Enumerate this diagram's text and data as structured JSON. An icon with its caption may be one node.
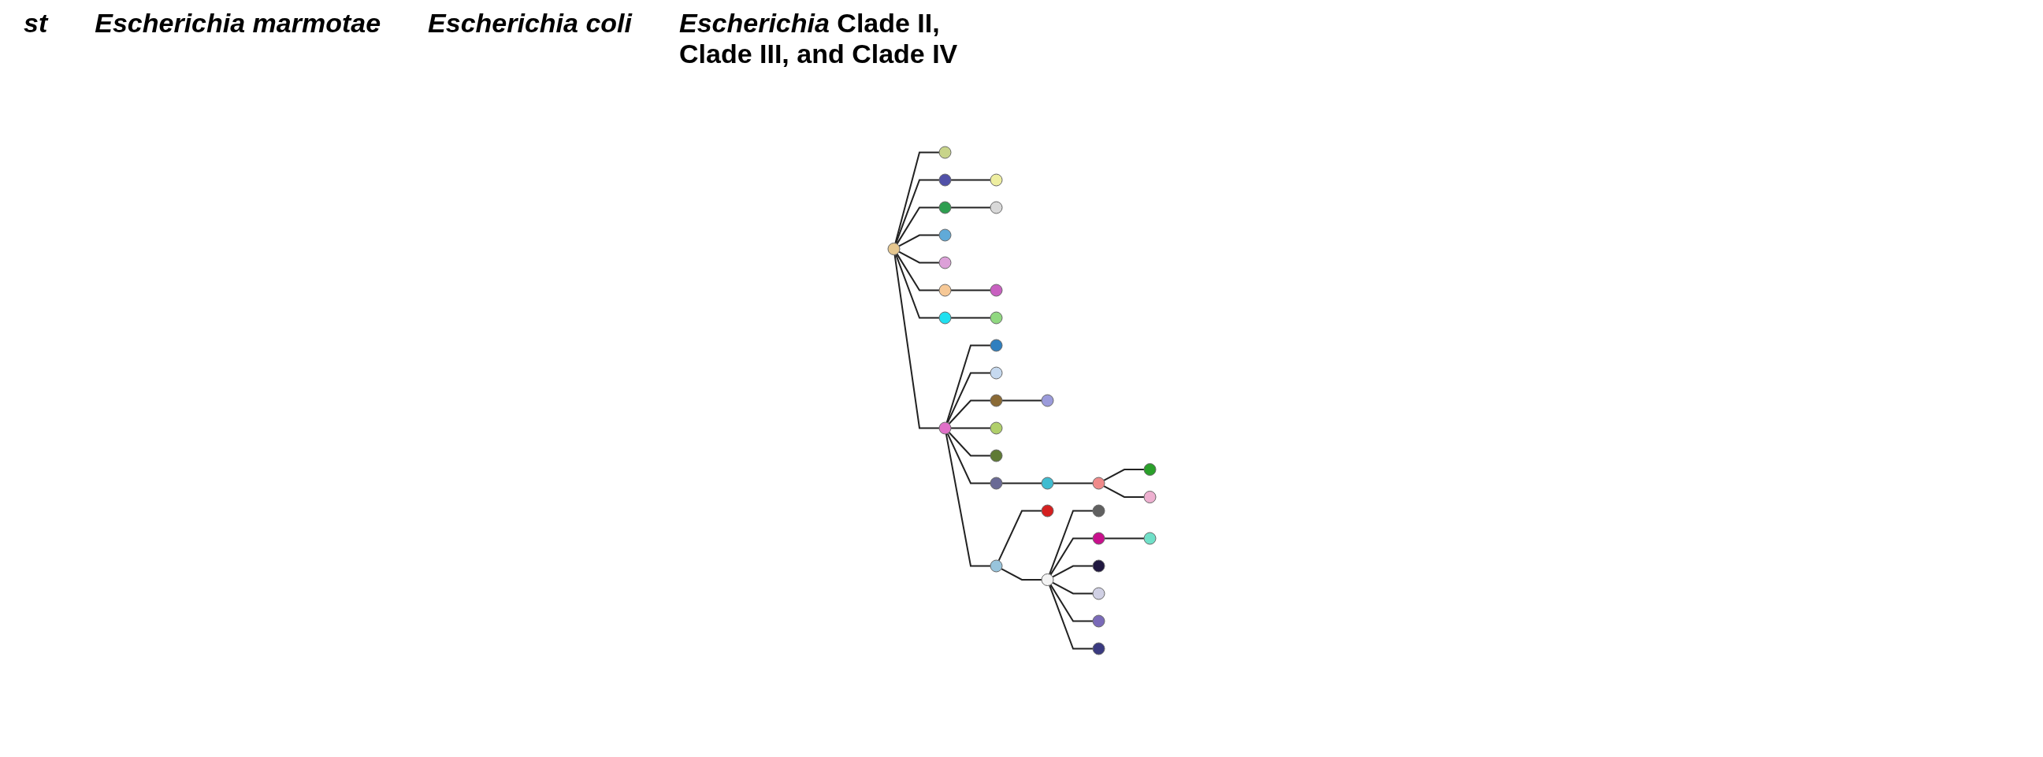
{
  "diagram": {
    "nodes": [
      {
        "text": [],
        "shape": "circle"
      },
      {
        "text": [],
        "shape": "circle"
      },
      {
        "text": [],
        "shape": "circle"
      },
      {
        "text": [],
        "shape": "circle"
      },
      {
        "text": [],
        "shape": "circle"
      },
      {
        "text": [],
        "shape": "circle"
      },
      {
        "text": [],
        "shape": "circle"
      },
      {
        "text": [],
        "shape": "circle"
      },
      {
        "text": [],
        "shape": "circle"
      },
      {
        "text": [],
        "shape": "circle"
      },
      {
        "text": [],
        "shape": "circle"
      },
      {
        "text": [],
        "shape": "circle"
      },
      {
        "text": [],
        "shape": "circle"
      },
      {
        "text": [],
        "shape": "circle"
      },
      {
        "text": [],
        "shape": "circle"
      },
      {
        "text": [],
        "shape": "circle"
      },
      {
        "text": [],
        "shape": "circle"
      },
      {
        "text": [],
        "shape": "circle"
      },
      {
        "text": [],
        "shape": "circle"
      },
      {
        "text": [],
        "shape": "circle"
      },
      {
        "text": [],
        "shape": "circle"
      },
      {
        "text": [],
        "shape": "circle"
      },
      {
        "text": [],
        "shape": "circle"
      },
      {
        "text": [],
        "shape": "circle"
      },
      {
        "text": [],
        "shape": "circle"
      },
      {
        "text": [],
        "shape": "circle"
      },
      {
        "text": [],
        "shape": "circle"
      },
      {
        "text": [],
        "shape": "circle"
      },
      {
        "text": [],
        "shape": "circle"
      },
      {
        "text": [],
        "shape": "circle"
      },
      {
        "text": [],
        "shape": "circle"
      },
      {
        "text": [],
        "shape": "circle"
      },
      {
        "text": [],
        "shape": "circle"
      },
      {
        "text": [],
        "shape": "circle"
      }
    ],
    "edges": [
      {
        "from": 11,
        "to": 4,
        "arrow": "none"
      },
      {
        "from": 11,
        "to": 8,
        "arrow": "none"
      },
      {
        "from": 8,
        "to": 7,
        "arrow": "none"
      },
      {
        "from": 11,
        "to": 10,
        "arrow": "none"
      },
      {
        "from": 10,
        "to": 9,
        "arrow": "none"
      },
      {
        "from": 11,
        "to": 18,
        "arrow": "none"
      },
      {
        "from": 11,
        "to": 19,
        "arrow": "none"
      },
      {
        "from": 11,
        "to": 20,
        "arrow": "none"
      },
      {
        "from": 20,
        "to": 23,
        "arrow": "none"
      },
      {
        "from": 11,
        "to": 21,
        "arrow": "none"
      },
      {
        "from": 21,
        "to": 25,
        "arrow": "none"
      },
      {
        "from": 11,
        "to": 12,
        "arrow": "none"
      },
      {
        "from": 12,
        "to": 3,
        "arrow": "none"
      },
      {
        "from": 12,
        "to": 0,
        "arrow": "none"
      },
      {
        "from": 12,
        "to": 2,
        "arrow": "none"
      },
      {
        "from": 2,
        "to": 1,
        "arrow": "none"
      },
      {
        "from": 12,
        "to": 5,
        "arrow": "none"
      },
      {
        "from": 12,
        "to": 6,
        "arrow": "none"
      },
      {
        "from": 12,
        "to": 13,
        "arrow": "none"
      },
      {
        "from": 13,
        "to": 14,
        "arrow": "none"
      },
      {
        "from": 14,
        "to": 15,
        "arrow": "none"
      },
      {
        "from": 15,
        "to": 16,
        "arrow": "none"
      },
      {
        "from": 15,
        "to": 17,
        "arrow": "none"
      },
      {
        "from": 12,
        "to": 22,
        "arrow": "none"
      },
      {
        "from": 22,
        "to": 24,
        "arrow": "none"
      },
      {
        "from": 22,
        "to": 26,
        "arrow": "none"
      },
      {
        "from": 26,
        "to": 27,
        "arrow": "none"
      },
      {
        "from": 26,
        "to": 28,
        "arrow": "none"
      },
      {
        "from": 28,
        "to": 33,
        "arrow": "none"
      },
      {
        "from": 26,
        "to": 29,
        "arrow": "none"
      },
      {
        "from": 26,
        "to": 30,
        "arrow": "none"
      },
      {
        "from": 26,
        "to": 31,
        "arrow": "none"
      },
      {
        "from": 26,
        "to": 32,
        "arrow": "none"
      }
    ],
    "labels": [
      "st",
      "Escherichia marmotae",
      "Escherichia coli",
      "*Escherichia* Clade II, Clade III, and Clade IV"
    ]
  }
}
